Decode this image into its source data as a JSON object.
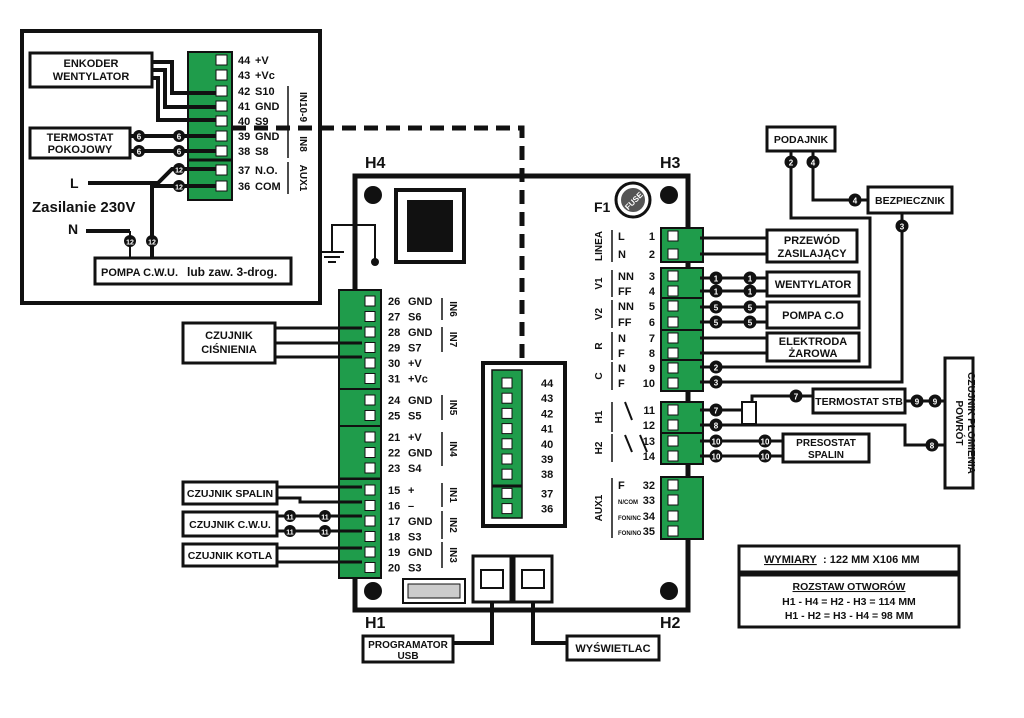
{
  "corners": {
    "h1": "H1",
    "h2": "H2",
    "h3": "H3",
    "h4": "H4"
  },
  "fuse": {
    "label": "F1",
    "cap": "FUSE"
  },
  "power": {
    "l": "L",
    "n": "N",
    "title": "Zasilanie 230V"
  },
  "inset": {
    "enkoder": [
      "ENKODER",
      "WENTYLATOR"
    ],
    "termostat": [
      "TERMOSTAT",
      "POKOJOWY"
    ],
    "pompa": "POMPA C.W.U.",
    "pompa_alt": "lub zaw. 3-drog.",
    "terminals": [
      {
        "num": "44",
        "name": "+V"
      },
      {
        "num": "43",
        "name": "+Vc"
      },
      {
        "num": "42",
        "name": "S10"
      },
      {
        "num": "41",
        "name": "GND"
      },
      {
        "num": "40",
        "name": "S9"
      },
      {
        "num": "39",
        "name": "GND"
      },
      {
        "num": "38",
        "name": "S8"
      },
      {
        "num": "37",
        "name": "N.O."
      },
      {
        "num": "36",
        "name": "COM"
      }
    ],
    "groups": {
      "in109": "IN10-9",
      "in8": "IN8",
      "aux1": "AUX1"
    },
    "wire_codes": {
      "termostat": "6",
      "aux": "12"
    }
  },
  "left_blocks": [
    {
      "num": "26",
      "name": "GND"
    },
    {
      "num": "27",
      "name": "S6"
    },
    {
      "num": "28",
      "name": "GND"
    },
    {
      "num": "29",
      "name": "S7"
    },
    {
      "num": "30",
      "name": "+V"
    },
    {
      "num": "31",
      "name": "+Vc"
    },
    {
      "num": "24",
      "name": "GND"
    },
    {
      "num": "25",
      "name": "S5"
    },
    {
      "num": "21",
      "name": "+V"
    },
    {
      "num": "22",
      "name": "GND"
    },
    {
      "num": "23",
      "name": "S4"
    },
    {
      "num": "15",
      "name": "+"
    },
    {
      "num": "16",
      "name": "–"
    },
    {
      "num": "17",
      "name": "GND"
    },
    {
      "num": "18",
      "name": "S3"
    },
    {
      "num": "19",
      "name": "GND"
    },
    {
      "num": "20",
      "name": "S3"
    }
  ],
  "left_groups": {
    "in6": "IN6",
    "in7": "IN7",
    "in5": "IN5",
    "in4": "IN4",
    "in1": "IN1",
    "in2": "IN2",
    "in3": "IN3"
  },
  "sensors": {
    "cisnienia": [
      "CZUJNIK",
      "CIŚNIENIA"
    ],
    "spalin": "CZUJNIK SPALIN",
    "cwu": "CZUJNIK  C.W.U.",
    "kotla": "CZUJNIK KOTLA",
    "cwu_code": "11"
  },
  "center_block": [
    "44",
    "43",
    "42",
    "41",
    "40",
    "39",
    "38",
    "37",
    "36"
  ],
  "right_groups": {
    "linea": "LINEA",
    "v1": "V1",
    "v2": "V2",
    "r": "R",
    "c": "C",
    "h1": "H1",
    "h2": "H2",
    "aux1": "AUX1"
  },
  "right_terminals": [
    {
      "num": "1",
      "name": "L"
    },
    {
      "num": "2",
      "name": "N"
    },
    {
      "num": "3",
      "name": "NN"
    },
    {
      "num": "4",
      "name": "FF"
    },
    {
      "num": "5",
      "name": "NN"
    },
    {
      "num": "6",
      "name": "FF"
    },
    {
      "num": "7",
      "name": "N"
    },
    {
      "num": "8",
      "name": "F"
    },
    {
      "num": "9",
      "name": "N"
    },
    {
      "num": "10",
      "name": "F"
    },
    {
      "num": "11",
      "name": ""
    },
    {
      "num": "12",
      "name": ""
    },
    {
      "num": "13",
      "name": ""
    },
    {
      "num": "14",
      "name": ""
    }
  ],
  "aux_terminals": [
    {
      "num": "32",
      "name": "F"
    },
    {
      "num": "33",
      "name": "N/COM"
    },
    {
      "num": "34",
      "name": "FON/NC"
    },
    {
      "num": "35",
      "name": "FON/NO"
    }
  ],
  "devices": {
    "podajnik": "PODAJNIK",
    "bezpiecznik": "BEZPIECZNIK",
    "przewod": [
      "PRZEWÓD",
      "ZASILAJĄCY"
    ],
    "wentylator": "WENTYLATOR",
    "pompa_co": "POMPA C.O",
    "elektroda": [
      "ELEKTRODA",
      "ŻAROWA"
    ],
    "termostat_stb": "TERMOSTAT STB",
    "presostat": [
      "PRESOSTAT",
      "SPALIN"
    ],
    "powrot": [
      "POWRÓT",
      "CZUJNIK PŁOMIENIA"
    ],
    "programator": [
      "PROGRAMATOR",
      "USB"
    ],
    "wyswietlacz": "WYŚWIETLAC"
  },
  "wire_codes": {
    "c1": "1",
    "c2": "2",
    "c3": "3",
    "c4": "4",
    "c5": "5",
    "c7": "7",
    "c8": "8",
    "c9": "9",
    "c10": "10"
  },
  "dimensions": {
    "title": "WYMIARY",
    "value": ": 122 MM X106 MM",
    "spacing_title": "ROZSTAW OTWORÓW",
    "line1": "H1 - H4 = H2 - H3 = 114 MM",
    "line2": "H1 - H2 = H3 - H4 =   98 MM"
  },
  "colors": {
    "terminal_green": "#1f9c4b",
    "ink": "#111111"
  }
}
